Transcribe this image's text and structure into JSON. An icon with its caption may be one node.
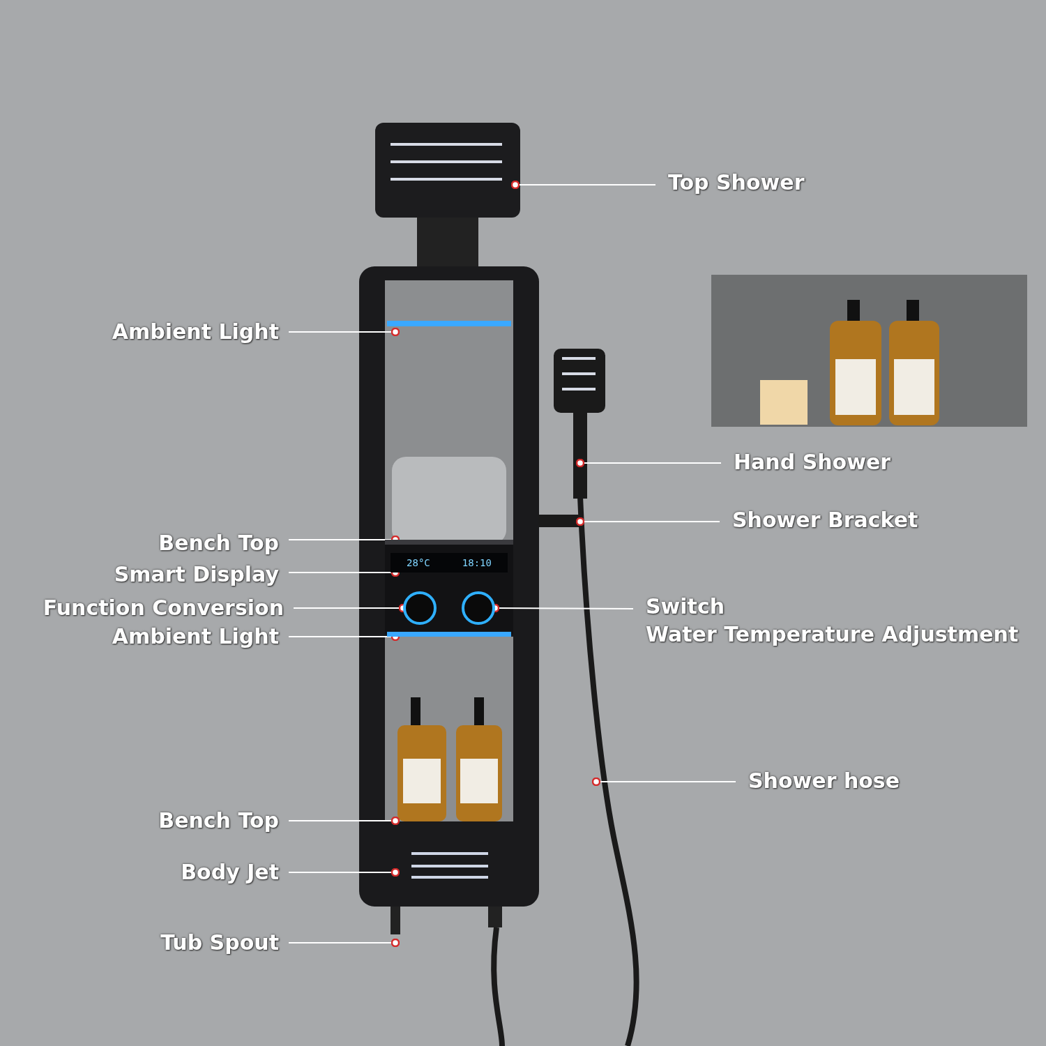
{
  "diagram": {
    "nodes": [
      {
        "text": [
          "Top Shower"
        ]
      },
      {
        "text": [
          "Ambient Light"
        ]
      },
      {
        "text": [
          "Hand Shower"
        ]
      },
      {
        "text": [
          "Shower Bracket"
        ]
      },
      {
        "text": [
          "Bench Top"
        ]
      },
      {
        "text": [
          "Smart Display"
        ]
      },
      {
        "text": [
          "Function Conversion"
        ]
      },
      {
        "text": [
          "Switch",
          "Water Temperature Adjustment"
        ]
      },
      {
        "text": [
          "Ambient Light"
        ]
      },
      {
        "text": [
          "Shower hose"
        ]
      },
      {
        "text": [
          "Bench Top"
        ]
      },
      {
        "text": [
          "Body Jet"
        ]
      },
      {
        "text": [
          "Tub Spout"
        ]
      },
      {
        "text": [
          "28°C",
          "18:10"
        ]
      },
      {
        "text": [],
        "shape": "circle"
      },
      {
        "text": [],
        "shape": "circle"
      },
      {
        "text": [],
        "shape": "bar"
      },
      {
        "text": [],
        "shape": "bar"
      }
    ],
    "edges": [
      {
        "from": 0,
        "to": null,
        "arrow": "other"
      },
      {
        "from": 1,
        "to": null,
        "arrow": "other"
      },
      {
        "from": 2,
        "to": null,
        "arrow": "other"
      },
      {
        "from": 3,
        "to": null,
        "arrow": "other"
      },
      {
        "from": 4,
        "to": 16,
        "arrow": "other"
      },
      {
        "from": 5,
        "to": 13,
        "arrow": "other"
      },
      {
        "from": 6,
        "to": 14,
        "arrow": "other"
      },
      {
        "from": 7,
        "to": 15,
        "arrow": "other"
      },
      {
        "from": 8,
        "to": 17,
        "arrow": "other"
      },
      {
        "from": 9,
        "to": null,
        "arrow": "other"
      },
      {
        "from": 10,
        "to": null,
        "arrow": "other"
      },
      {
        "from": 11,
        "to": null,
        "arrow": "other"
      },
      {
        "from": 12,
        "to": null,
        "arrow": "other"
      }
    ]
  }
}
